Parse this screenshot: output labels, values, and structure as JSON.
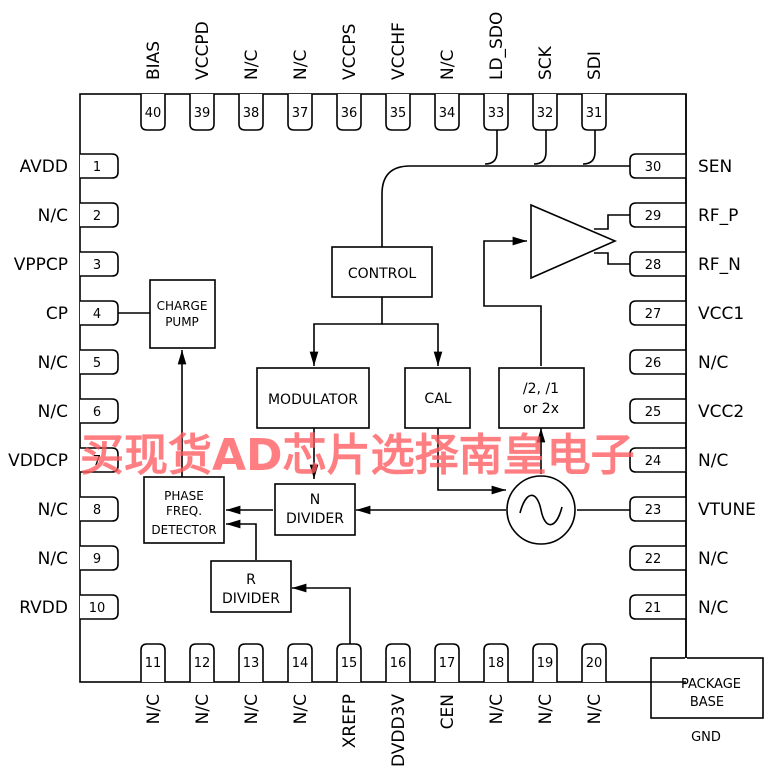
{
  "diagram": {
    "type": "ic-pinout-block-diagram",
    "pins": {
      "top": [
        {
          "num": "40",
          "name": "BIAS"
        },
        {
          "num": "39",
          "name": "VCCPD"
        },
        {
          "num": "38",
          "name": "N/C"
        },
        {
          "num": "37",
          "name": "N/C"
        },
        {
          "num": "36",
          "name": "VCCPS"
        },
        {
          "num": "35",
          "name": "VCCHF"
        },
        {
          "num": "34",
          "name": "N/C"
        },
        {
          "num": "33",
          "name": "LD_SDO"
        },
        {
          "num": "32",
          "name": "SCK"
        },
        {
          "num": "31",
          "name": "SDI"
        }
      ],
      "left": [
        {
          "num": "1",
          "name": "AVDD"
        },
        {
          "num": "2",
          "name": "N/C"
        },
        {
          "num": "3",
          "name": "VPPCP"
        },
        {
          "num": "4",
          "name": "CP"
        },
        {
          "num": "5",
          "name": "N/C"
        },
        {
          "num": "6",
          "name": "N/C"
        },
        {
          "num": "7",
          "name": "VDDCP"
        },
        {
          "num": "8",
          "name": "N/C"
        },
        {
          "num": "9",
          "name": "N/C"
        },
        {
          "num": "10",
          "name": "RVDD"
        }
      ],
      "bottom": [
        {
          "num": "11",
          "name": "N/C"
        },
        {
          "num": "12",
          "name": "N/C"
        },
        {
          "num": "13",
          "name": "N/C"
        },
        {
          "num": "14",
          "name": "N/C"
        },
        {
          "num": "15",
          "name": "XREFP"
        },
        {
          "num": "16",
          "name": "DVDD3V"
        },
        {
          "num": "17",
          "name": "CEN"
        },
        {
          "num": "18",
          "name": "N/C"
        },
        {
          "num": "19",
          "name": "N/C"
        },
        {
          "num": "20",
          "name": "N/C"
        }
      ],
      "right": [
        {
          "num": "30",
          "name": "SEN"
        },
        {
          "num": "29",
          "name": "RF_P"
        },
        {
          "num": "28",
          "name": "RF_N"
        },
        {
          "num": "27",
          "name": "VCC1"
        },
        {
          "num": "26",
          "name": "N/C"
        },
        {
          "num": "25",
          "name": "VCC2"
        },
        {
          "num": "24",
          "name": "N/C"
        },
        {
          "num": "23",
          "name": "VTUNE"
        },
        {
          "num": "22",
          "name": "N/C"
        },
        {
          "num": "21",
          "name": "N/C"
        }
      ]
    },
    "blocks": {
      "control": "CONTROL",
      "charge_pump": [
        "CHARGE",
        "PUMP"
      ],
      "modulator": "MODULATOR",
      "cal": "CAL",
      "multiplier": [
        "/2, /1",
        "or 2x"
      ],
      "phase_detector": [
        "PHASE",
        "FREQ.",
        "DETECTOR"
      ],
      "n_divider": [
        "N",
        "DIVIDER"
      ],
      "r_divider": [
        "R",
        "DIVIDER"
      ],
      "package_base": [
        "PACKAGE",
        "BASE"
      ],
      "package_base_pin": "GND"
    },
    "watermark": "买现货AD芯片选择南皇电子"
  }
}
